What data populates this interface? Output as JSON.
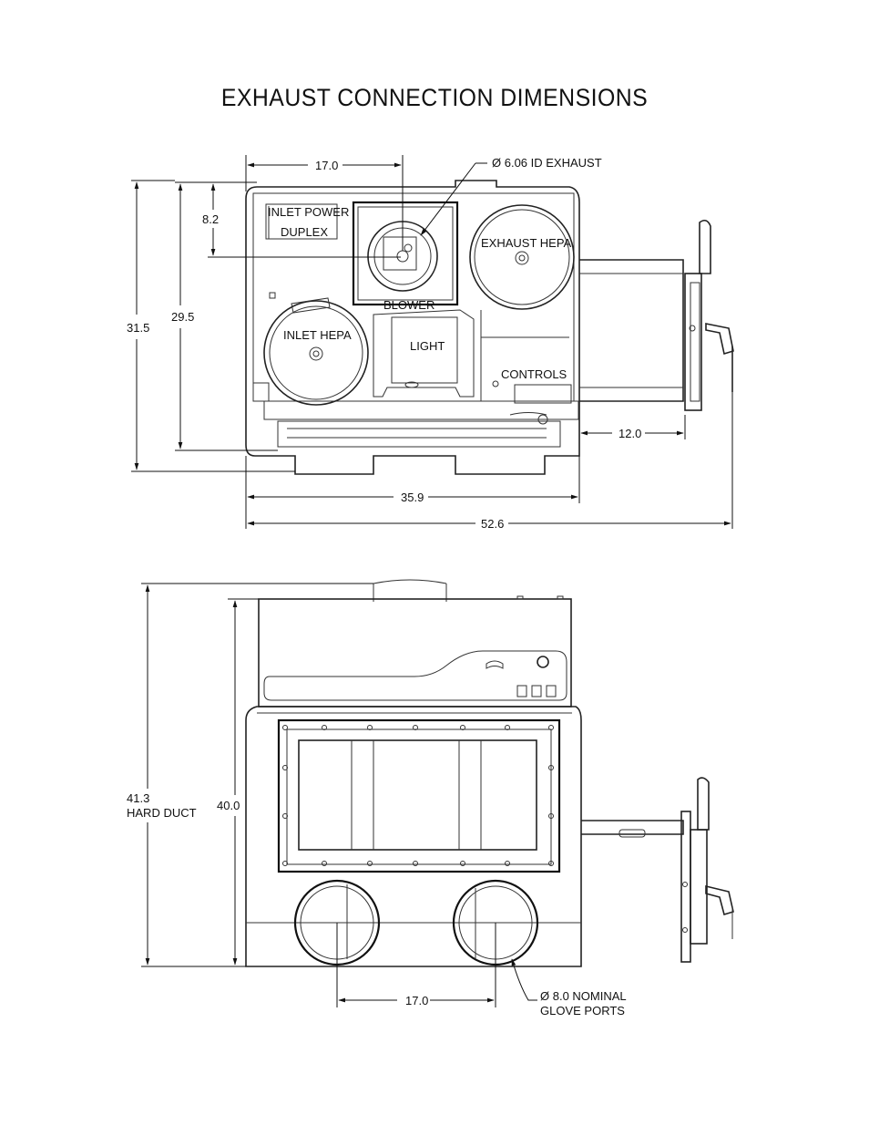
{
  "title": "EXHAUST CONNECTION DIMENSIONS",
  "top_view": {
    "dimensions": {
      "exhaust_offset": "17.0",
      "exhaust_diameter": "Ø 6.06  ID EXHAUST",
      "exhaust_depth": "8.2",
      "inner_height": "29.5",
      "total_height": "31.5",
      "side_clearance": "12.0",
      "cabinet_width": "35.9",
      "overall_width": "52.6"
    },
    "components": {
      "inlet_power": "INLET POWER",
      "duplex": "DUPLEX",
      "exhaust_hepa": "EXHAUST HEPA",
      "blower": "BLOWER",
      "inlet_hepa": "INLET HEPA",
      "light": "LIGHT",
      "controls": "CONTROLS"
    }
  },
  "front_view": {
    "dimensions": {
      "hard_duct_height": "41.3",
      "hard_duct_label": "HARD DUCT",
      "cabinet_height": "40.0",
      "glove_port_spacing": "17.0",
      "glove_port_size": "Ø  8.0  NOMINAL",
      "glove_port_label": "GLOVE PORTS"
    }
  }
}
